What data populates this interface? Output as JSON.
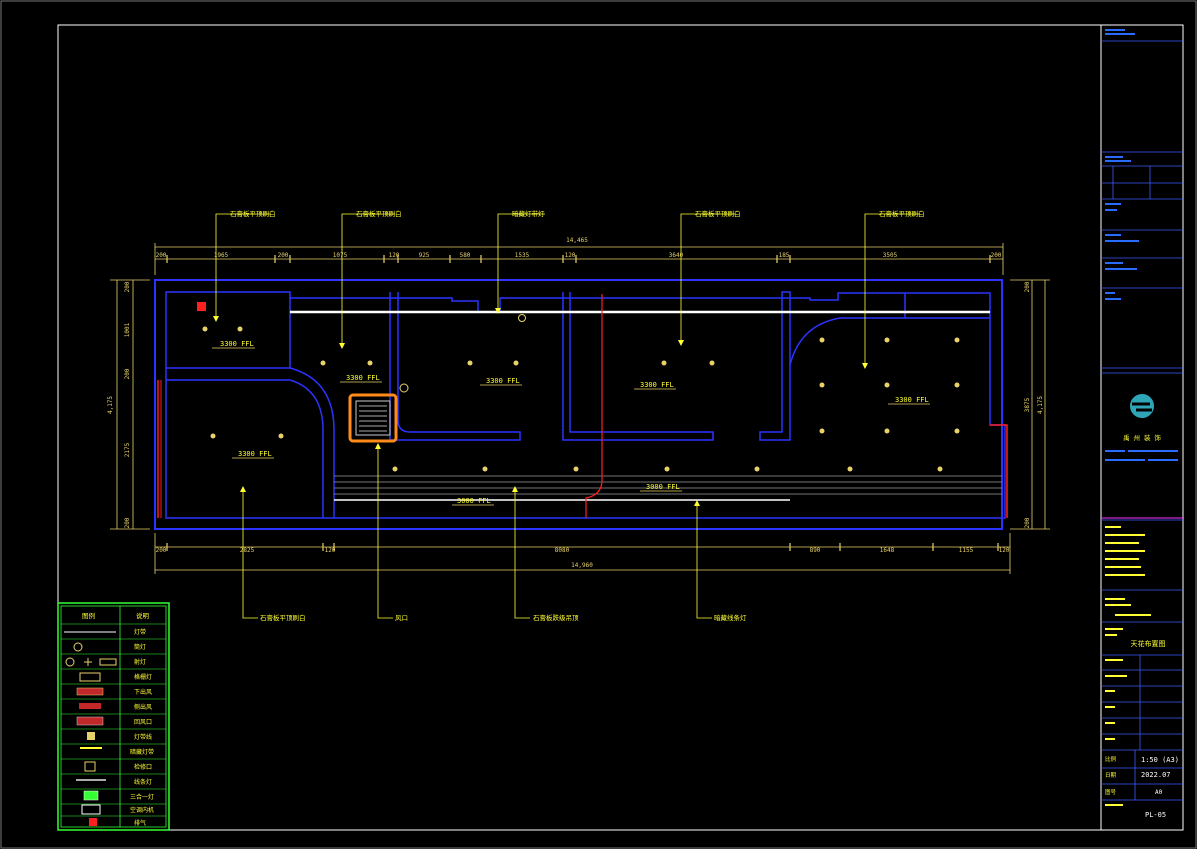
{
  "colors": {
    "frame": "#ffffff",
    "wall": "#2a33ff",
    "dim": "#e8d26a",
    "label": "#ffff33",
    "panel_rule": "#3b5bff",
    "legend_border": "#33ff33",
    "accent_red": "#ff2020",
    "accent_orange": "#ff8c1a",
    "magenta": "#ff33ff",
    "logo_cyan": "#2fa6b8"
  },
  "dimensions": {
    "top_total": "14,465",
    "top_segments": [
      "200",
      "1965",
      "200",
      "1075",
      "120",
      "925",
      "580",
      "1535",
      "120",
      "3640",
      "185",
      "3505",
      "200"
    ],
    "bottom_total": "14,960",
    "bottom_segments": [
      "200",
      "2825",
      "120",
      "8080",
      "890",
      "1648",
      "1155",
      "120"
    ],
    "left_segments": [
      "200",
      "1001",
      "200",
      "2175",
      "200"
    ],
    "left_total": "4,175",
    "right_segments": [
      "200",
      "3875",
      "200"
    ],
    "right_total": "4,175"
  },
  "ceiling_labels": [
    {
      "id": "room1",
      "text": "3300 FFL"
    },
    {
      "id": "room2",
      "text": "3300 FFL"
    },
    {
      "id": "room3",
      "text": "3300 FFL"
    },
    {
      "id": "room4",
      "text": "3300 FFL"
    },
    {
      "id": "room5",
      "text": "3300 FFL"
    },
    {
      "id": "room6",
      "text": "3300 FFL"
    },
    {
      "id": "corridor1",
      "text": "3000 FFL"
    },
    {
      "id": "corridor2",
      "text": "3000 FFL"
    }
  ],
  "leaders_top": [
    "石膏板平顶刷白",
    "石膏板平顶刷白",
    "暗藏灯带灯",
    "石膏板平顶刷白",
    "石膏板平顶刷白"
  ],
  "leaders_bottom": [
    "石膏板平顶刷白",
    "风口",
    "石膏板跌级吊顶",
    "暗藏线条灯"
  ],
  "legend": {
    "header_left": "图例",
    "header_right": "说明",
    "rows": [
      "灯带",
      "筒灯",
      "射灯",
      "格栅灯",
      "下出风",
      "侧出风",
      "回风口",
      "灯带线",
      "暗藏灯带",
      "检修口",
      "线条灯",
      "三合一灯",
      "空调内机",
      "排气"
    ]
  },
  "title_block": {
    "company": "禹 州 装 饰",
    "scale_label": "比例",
    "scale_value": "1:50 (A3)",
    "date_label": "日期",
    "date_value": "2022.07",
    "sheet_label": "图号",
    "sheet_value": "PL-05",
    "title_value": "天花布置图",
    "version_value": "A0"
  }
}
